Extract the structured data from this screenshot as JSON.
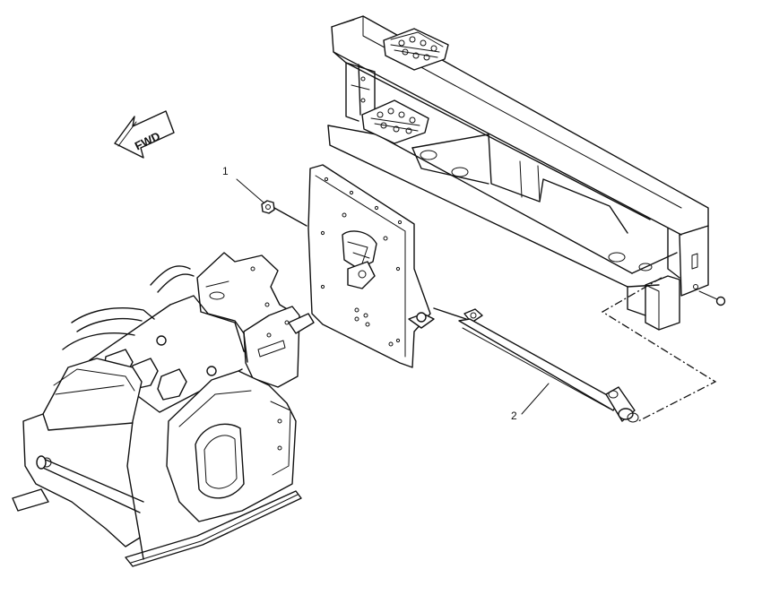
{
  "diagram": {
    "direction_arrow": {
      "label": "FWD",
      "icon": "forward-arrow-icon"
    },
    "callouts": [
      {
        "id": "callout-1",
        "label": "1",
        "part": "nut"
      },
      {
        "id": "callout-2",
        "label": "2",
        "part": "hydraulic-cylinder"
      }
    ],
    "line_color": "#111111",
    "background_color": "#ffffff"
  }
}
